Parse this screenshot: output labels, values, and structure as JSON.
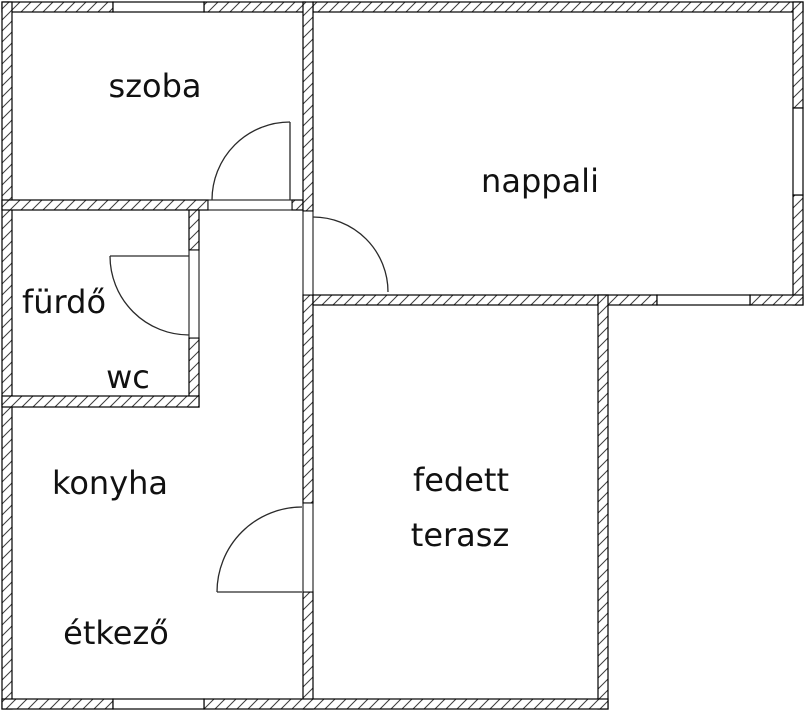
{
  "plan": {
    "colors": {
      "background": "#ffffff",
      "wall_stroke": "#000000",
      "hatch": "#3d3d3d",
      "text": "#111111"
    },
    "rooms": [
      {
        "id": "szoba",
        "label": "szoba"
      },
      {
        "id": "nappali",
        "label": "nappali"
      },
      {
        "id": "furdo",
        "label": "fürdő"
      },
      {
        "id": "wc",
        "label": "wc"
      },
      {
        "id": "konyha",
        "label": "konyha"
      },
      {
        "id": "etkezo",
        "label": "étkező"
      },
      {
        "id": "fedett-terasz",
        "label_line1": "fedett",
        "label_line2": "terasz"
      }
    ]
  }
}
